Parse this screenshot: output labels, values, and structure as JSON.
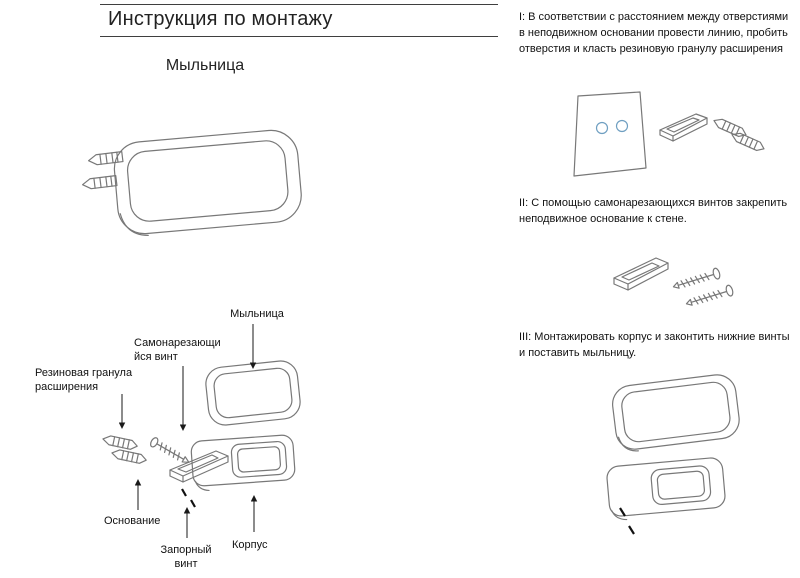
{
  "page": {
    "title": "Инструкция по монтажу",
    "subtitle": "Мыльница"
  },
  "exploded": {
    "soap_dish": "Мыльница",
    "self_tapping_screw": "Самонарезающи йся винт",
    "rubber_granule": "Резиновая гранула расширения",
    "base": "Основание",
    "locking_screw": "Запорный винт",
    "body": "Корпус"
  },
  "steps": [
    {
      "text": "I: В соответствии с расстоянием между отверстиями в неподвижном основании провести линию, пробить отверстия и класть резиновую гранулу расширения"
    },
    {
      "text": "II: С помощью самонарезающихся винтов закрепить неподвижное основание к стене."
    },
    {
      "text": "III: Монтажировать корпус и законтить нижние винты и поставить мыльницу."
    }
  ],
  "colors": {
    "drawing_line": "#787878",
    "hole_accent": "#6f9fc1",
    "text": "#111111"
  }
}
